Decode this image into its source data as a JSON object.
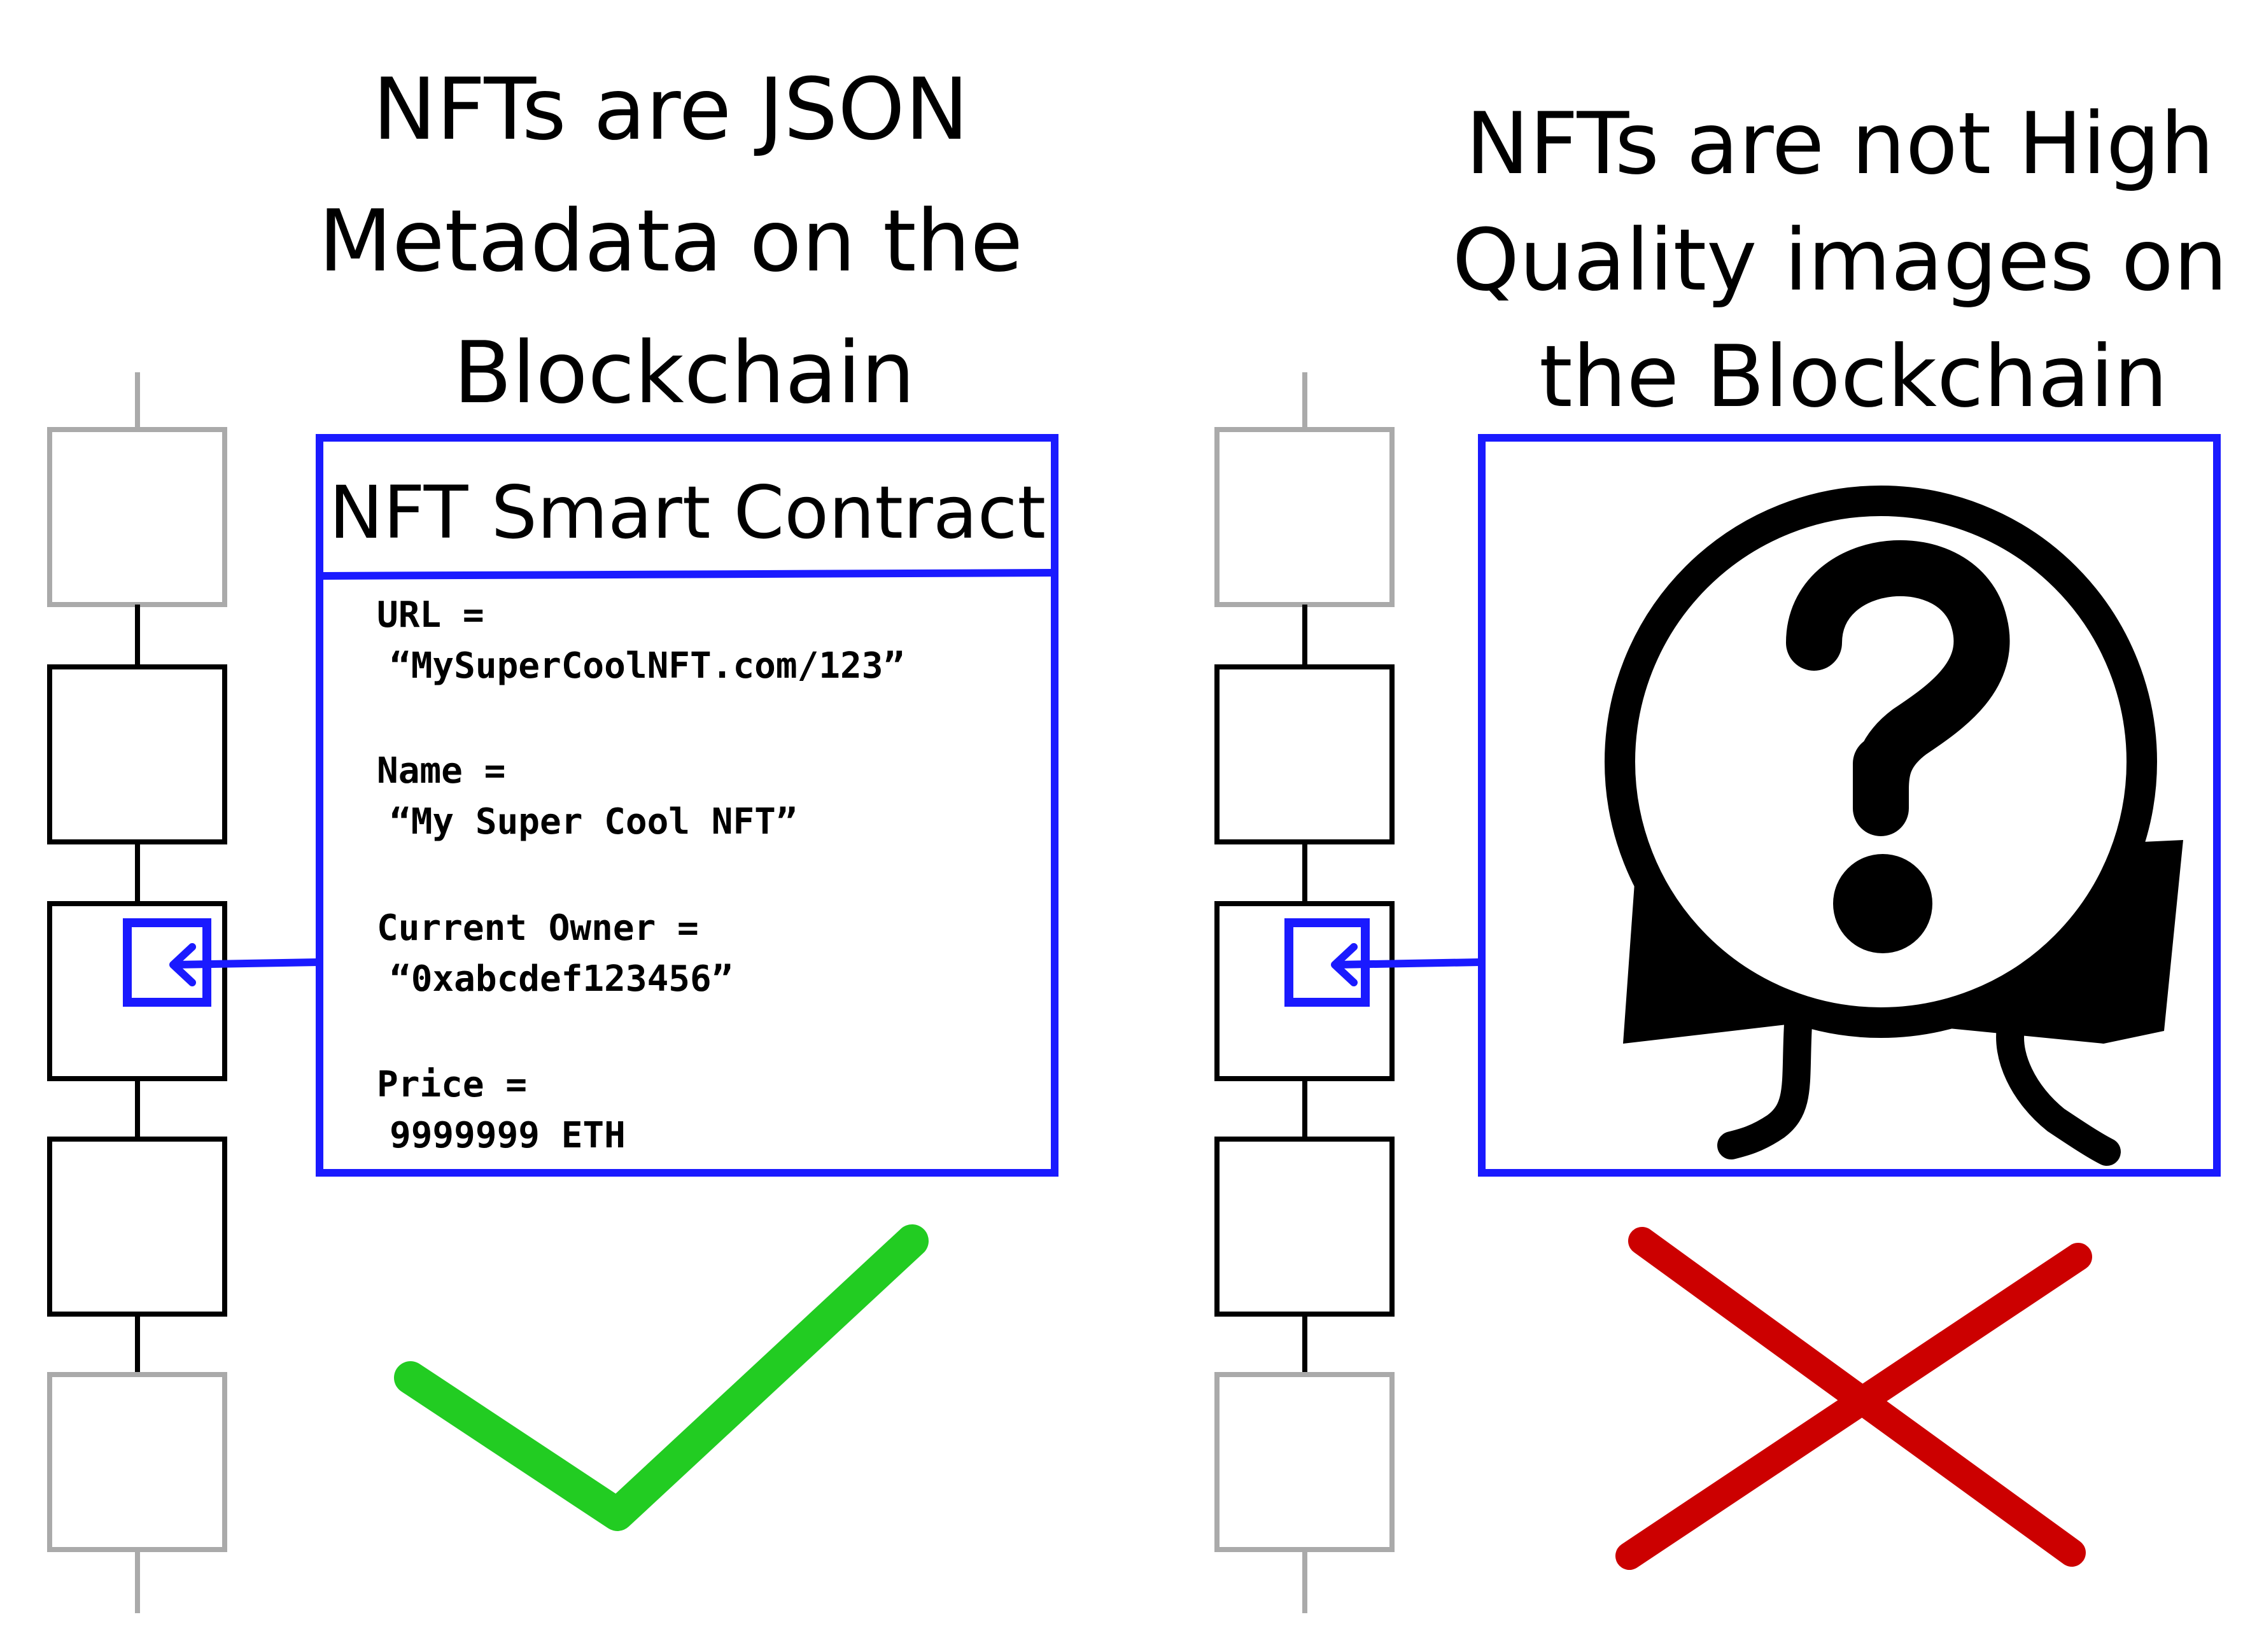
{
  "left_panel": {
    "title_lines": [
      "NFTs are JSON",
      "Metadata on the",
      "Blockchain"
    ],
    "contract_box": {
      "title": "NFT Smart Contract",
      "fields": [
        {
          "label": "URL =",
          "value": "“MySuperCoolNFT.com/123”"
        },
        {
          "label": "Name =",
          "value": "“My Super Cool NFT”"
        },
        {
          "label": "Current Owner =",
          "value": "“0xabcdef123456”"
        },
        {
          "label": "Price =",
          "value": "9999999 ETH"
        }
      ]
    },
    "verdict": "checkmark-icon"
  },
  "right_panel": {
    "title_lines": [
      "NFTs are not High",
      "Quality images on",
      "the Blockchain"
    ],
    "image_box": {
      "icon": "question-mark-icon"
    },
    "verdict": "cross-icon"
  },
  "colors": {
    "accent_blue": "#1a1aff",
    "check_green": "#22cc22",
    "cross_red": "#cc0000",
    "block_black": "#000000",
    "block_gray": "#aaaaaa"
  }
}
